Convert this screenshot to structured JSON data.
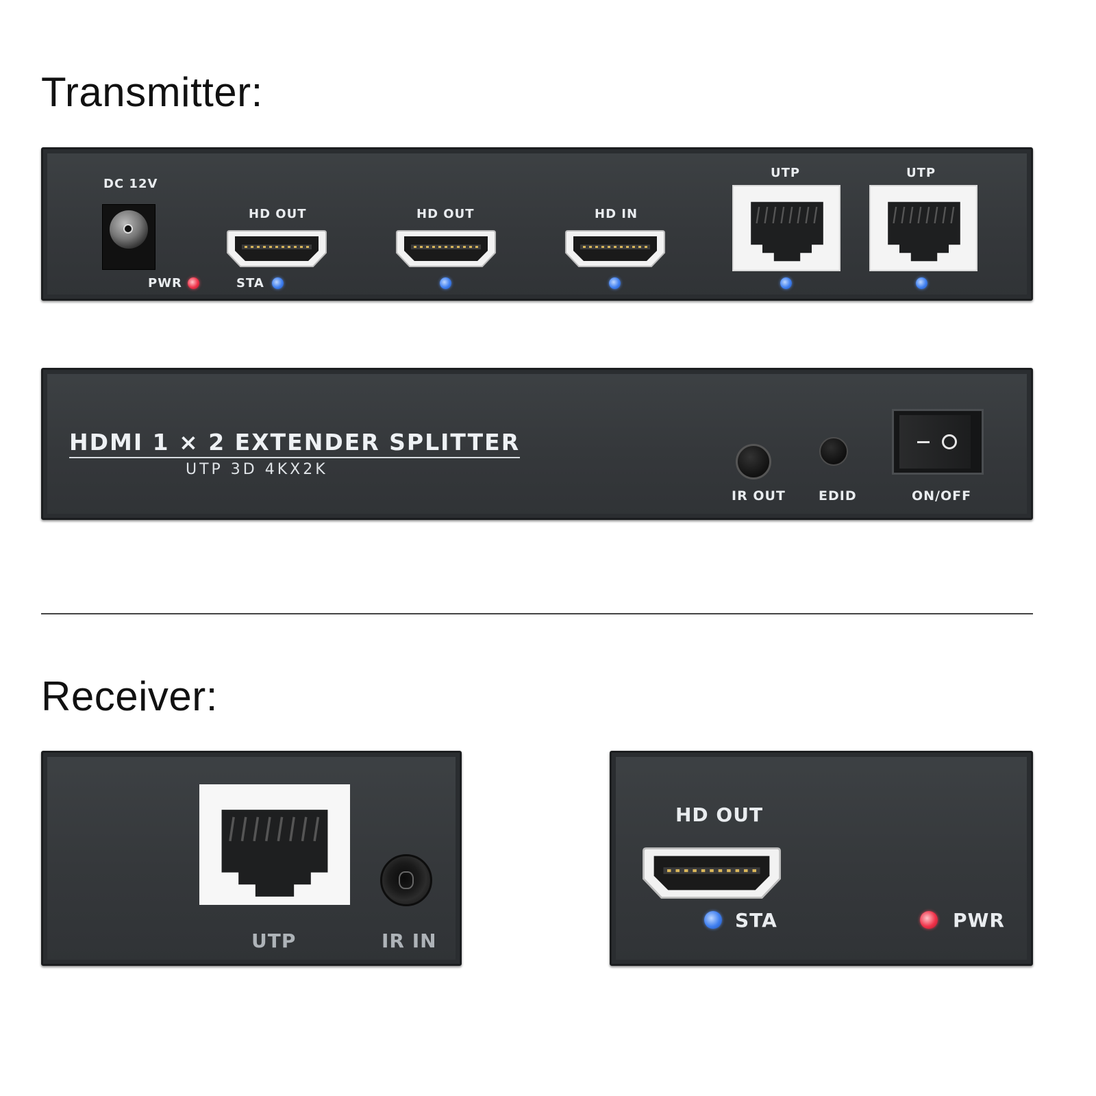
{
  "transmitter": {
    "heading": "Transmitter:",
    "back": {
      "dc_label": "DC 12V",
      "pwr_label": "PWR",
      "sta_label": "STA",
      "hd_out_1_label": "HD OUT",
      "hd_out_2_label": "HD OUT",
      "hd_in_label": "HD IN",
      "utp_1_label": "UTP",
      "utp_2_label": "UTP"
    },
    "front": {
      "product_title": "HDMI 1 × 2 EXTENDER SPLITTER",
      "product_subtitle": "UTP 3D 4KX2K",
      "ir_out_label": "IR OUT",
      "edid_label": "EDID",
      "on_off_label": "ON/OFF"
    }
  },
  "receiver": {
    "heading": "Receiver:",
    "left": {
      "utp_label": "UTP",
      "ir_in_label": "IR IN"
    },
    "right": {
      "hd_out_label": "HD OUT",
      "sta_label": "STA",
      "pwr_label": "PWR"
    }
  },
  "colors": {
    "led_blue": "#3f7ff0",
    "led_red": "#f0334a",
    "panel": "#383b3e"
  }
}
